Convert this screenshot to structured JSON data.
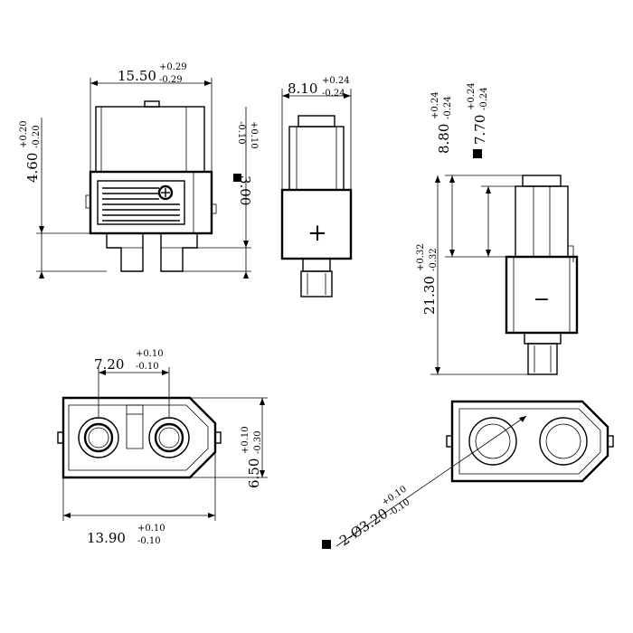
{
  "dimensions": {
    "width_top": {
      "value": "15.50",
      "plus": "+0.29",
      "minus": "-0.29"
    },
    "height_top": {
      "value": "4.60",
      "plus": "+0.20",
      "minus": "-0.20"
    },
    "height_pin": {
      "value": "3.00",
      "plus": "+0.10",
      "minus": "-0.10"
    },
    "width_side": {
      "value": "8.10",
      "plus": "+0.24",
      "minus": "-0.24"
    },
    "height_a": {
      "value": "8.80",
      "plus": "+0.24",
      "minus": "-0.24"
    },
    "height_b": {
      "value": "7.70",
      "plus": "+0.24",
      "minus": "-0.24"
    },
    "height_total": {
      "value": "21.30",
      "plus": "+0.32",
      "minus": "-0.32"
    },
    "pitch": {
      "value": "7.20",
      "plus": "+0.10",
      "minus": "-0.10"
    },
    "depth": {
      "value": "6.50",
      "plus": "+0.10",
      "minus": "-0.30"
    },
    "width_bottom": {
      "value": "13.90",
      "plus": "+0.10",
      "minus": "-0.10"
    },
    "hole": {
      "value": "2-Ø3.20",
      "plus": "+0.10",
      "minus": "-0.10"
    }
  },
  "symbols": {
    "plus": "+",
    "minus": "−"
  }
}
